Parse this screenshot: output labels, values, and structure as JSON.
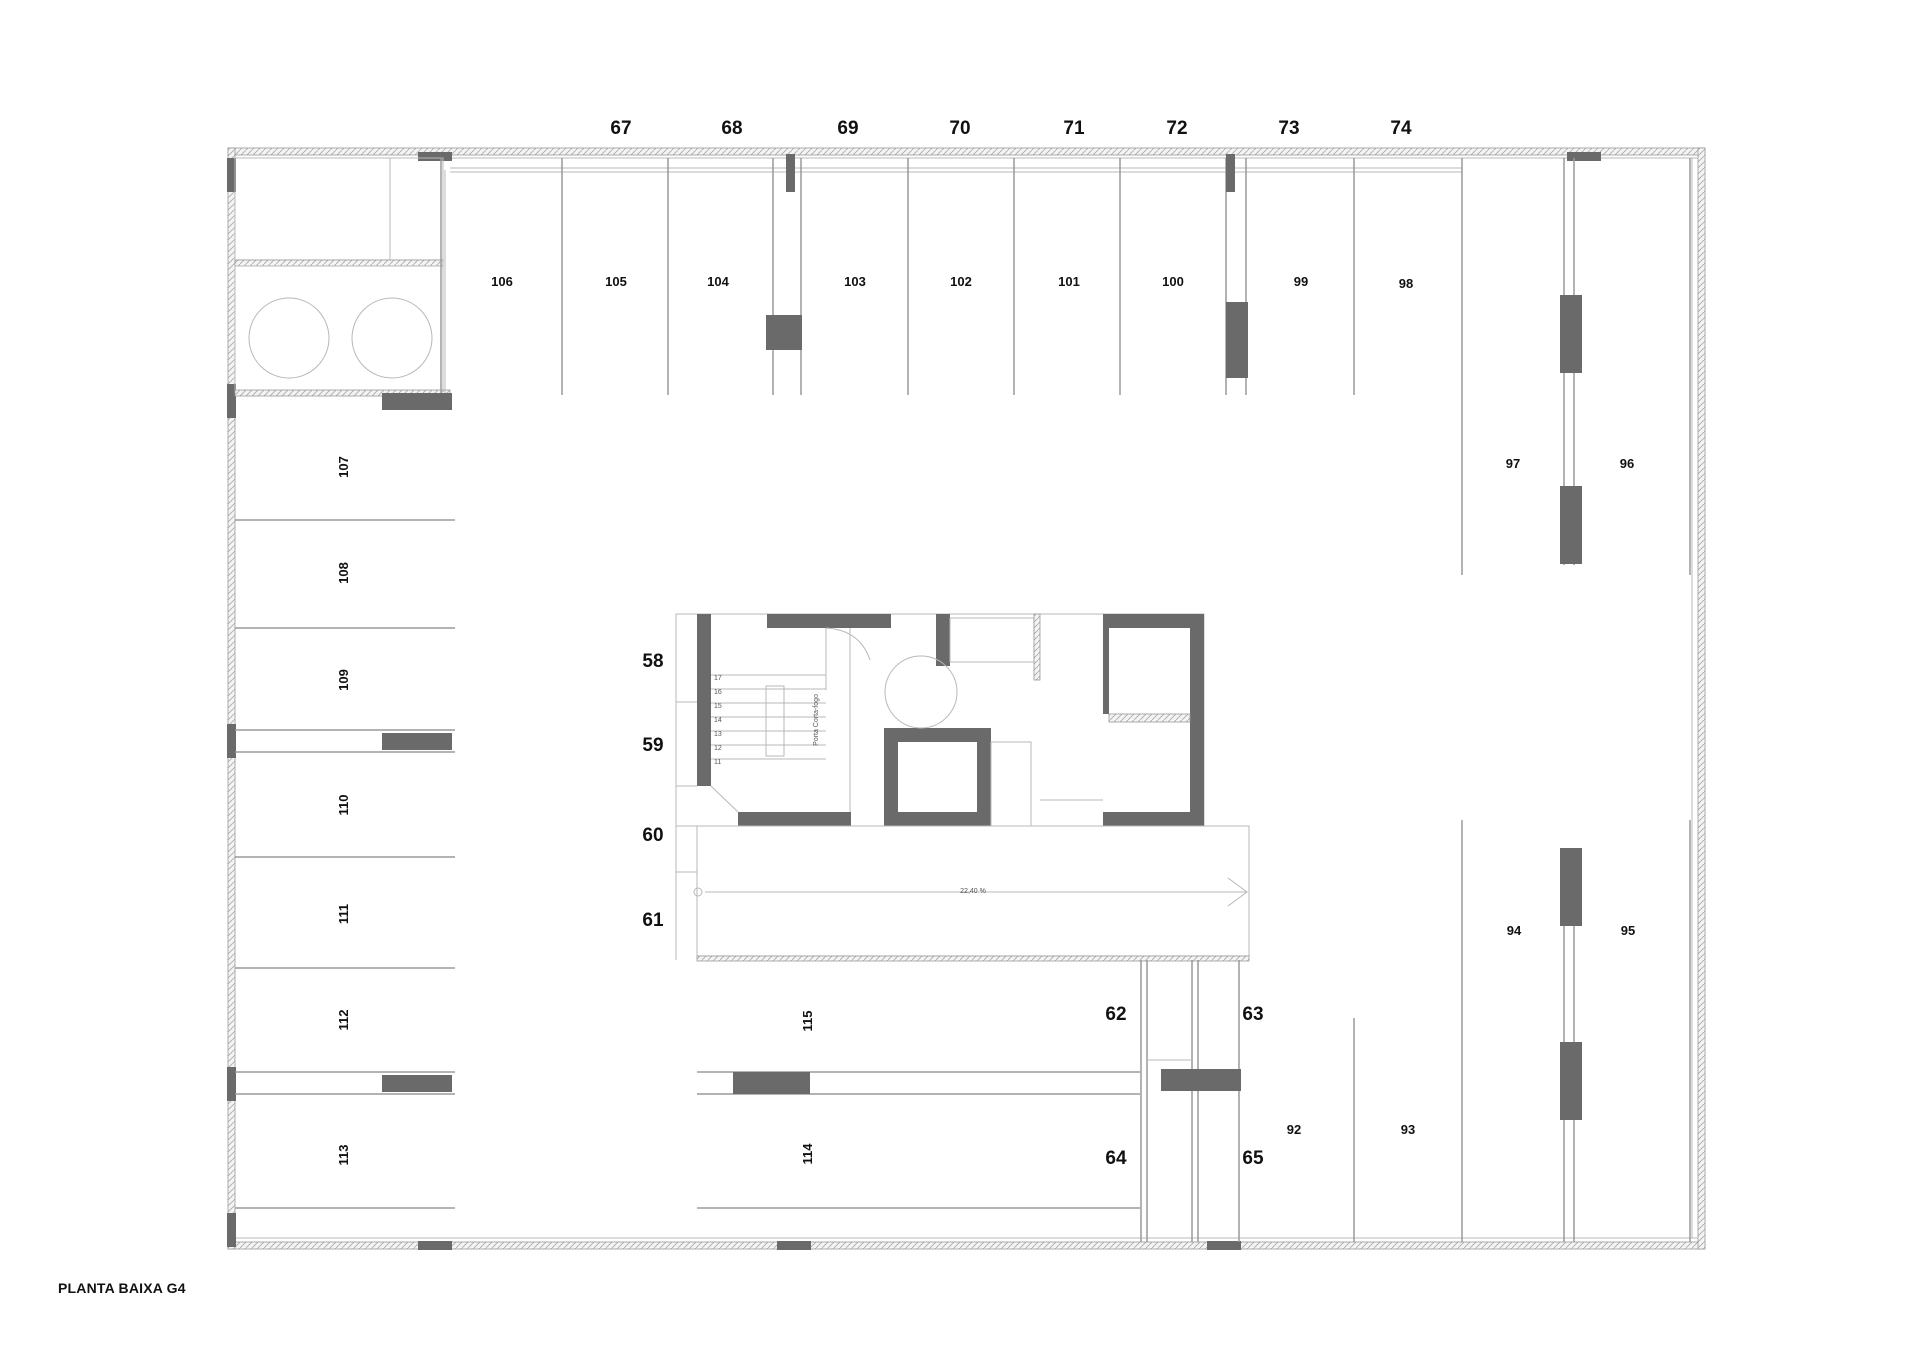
{
  "title": "PLANTA BAIXA G4",
  "ramp_slope": "22,40 %",
  "stair_note": "Porta Corta-fogo",
  "top_numbers": [
    "67",
    "68",
    "69",
    "70",
    "71",
    "72",
    "73",
    "74"
  ],
  "top_spaces": [
    "106",
    "105",
    "104",
    "103",
    "102",
    "101",
    "100",
    "99",
    "98"
  ],
  "right_spaces_upper": [
    "97",
    "96"
  ],
  "right_spaces_lower": [
    "94",
    "95"
  ],
  "bottom_right_spaces": [
    "92",
    "93"
  ],
  "left_spaces": [
    "107",
    "108",
    "109",
    "110",
    "111",
    "112",
    "113"
  ],
  "center_spaces": [
    "115",
    "114"
  ],
  "core_numbers": [
    "58",
    "59",
    "60",
    "61"
  ],
  "pair_numbers": [
    "62",
    "63",
    "64",
    "65"
  ],
  "stair_steps": [
    "17",
    "16",
    "15",
    "14",
    "13",
    "12",
    "11"
  ],
  "colors": {
    "wall": "#6a6a6a",
    "line": "#b8b8b8",
    "text": "#111111"
  }
}
